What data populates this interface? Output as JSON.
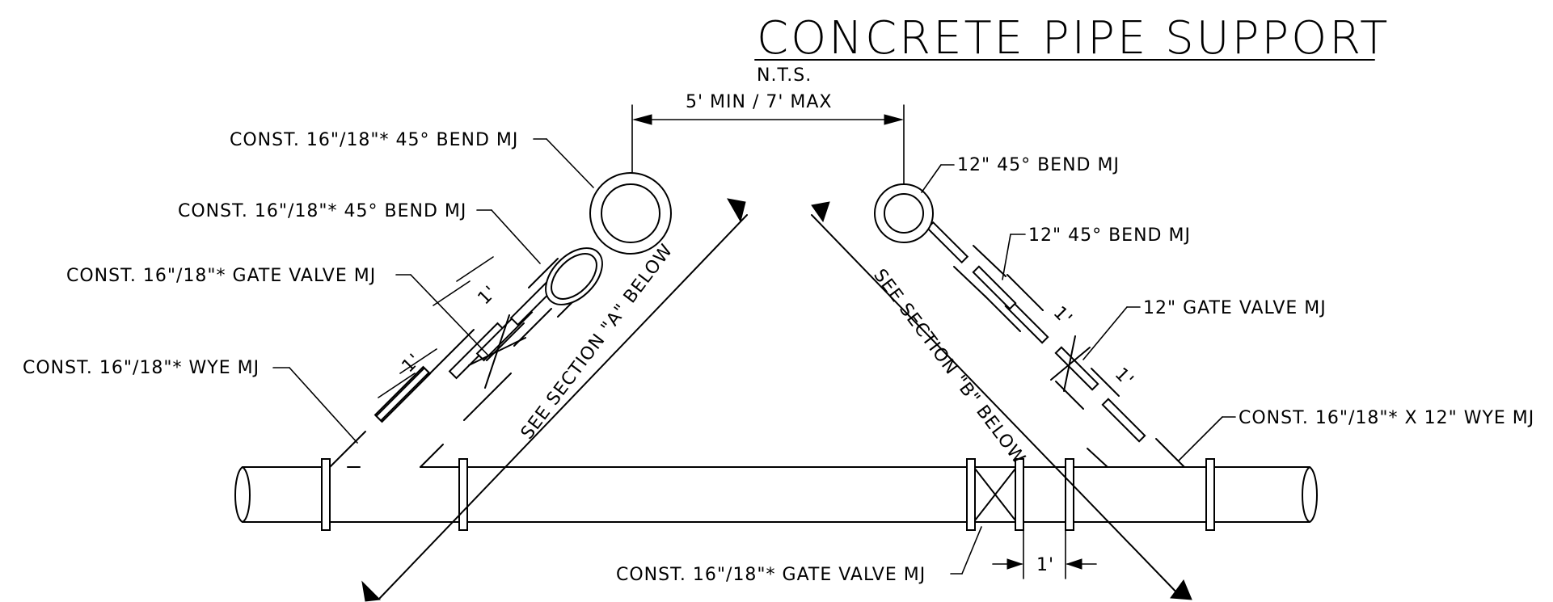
{
  "title": "CONCRETE PIPE SUPPORT",
  "scale_note": "N.T.S.",
  "dimensions": {
    "spacing": "5' MIN / 7' MAX",
    "one_foot": "1'"
  },
  "sections": {
    "a": "SEE SECTION \"A\" BELOW",
    "b": "SEE SECTION \"B\" BELOW"
  },
  "labels": {
    "left_bend_upper": "CONST. 16\"/18\"* 45° BEND MJ",
    "left_bend_lower": "CONST. 16\"/18\"* 45° BEND MJ",
    "left_gate_valve": "CONST. 16\"/18\"* GATE VALVE MJ",
    "left_wye": "CONST. 16\"/18\"* WYE MJ",
    "right_bend_upper": "12\" 45° BEND MJ",
    "right_bend_lower": "12\" 45° BEND MJ",
    "right_gate_valve": "12\" GATE VALVE MJ",
    "right_wye": "CONST. 16\"/18\"* X 12\" WYE MJ",
    "main_gate_valve": "CONST. 16\"/18\"* GATE VALVE MJ"
  }
}
